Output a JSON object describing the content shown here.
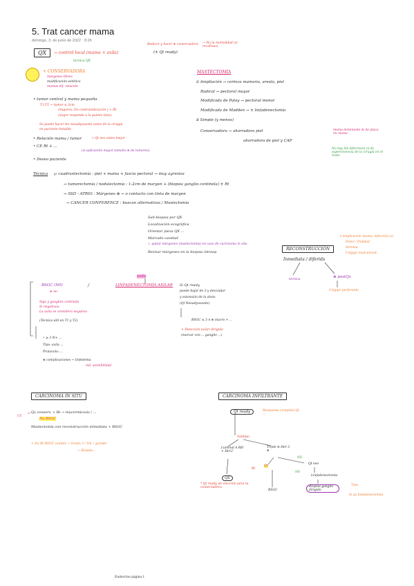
{
  "page": {
    "title": "5. Trat cancer mama",
    "date": "domingo, 3. de junio de 2022",
    "time": "8:26",
    "footer": "Endocrino página 1"
  },
  "top": {
    "qx_label": "QX",
    "qx_note": "→ control local (mama + axila)",
    "reduce_note": "Reducir y hacer ⊕ conservadora",
    "qt_ready": "(± Qt ready)",
    "tto_note": "→ No la mortalidad (sí recidivas)",
    "tecnica_note": "técnica QX",
    "conservadora": "+ CONSERVADORA",
    "cons_sub1": "márgenes libres",
    "cons_sub2": "modificación estético",
    "cons_sub3": "mamas dif. relación",
    "indicaciones": "• tumor central y mama pequeña",
    "tis": "T1-T2 → tumor ≤ 3cm",
    "tis2": "(mujeres: No contraindicación ) + Rt",
    "tis3": "(mujer responde a la quimio bien)",
    "pdt": "Se puede hacer tto neoadyuvante antes de la cirugía",
    "pdt2": "en paciente tratable",
    "relacion": "• Relación mama / tumor",
    "ce": "• CE Rt + ...",
    "ce_note": "→ Qt neo antes mejor",
    "ce_note2": "(si aplicación mayor tamaño ⊕ de tumores)",
    "deseo": "• Deseo paciente"
  },
  "mastectomia": {
    "title": "MASTECTOMÍA",
    "items": [
      "① Ampliación → corteza mamaria, areola, piel",
      "Radical → pectoral mayor",
      "Modificada de Patey → pectoral menor",
      "Modificada de Madden → ± linfadenectomía",
      "② Simple (y menos)",
      "Conservadora → ahorradora piel",
      "ahorradora de piel y CAP"
    ],
    "note_green": "No hay SA diferencia ni de supervivencia de la cirugía en el resto",
    "note_pink": "mama dominante & de placa en mama"
  },
  "tecnicas": {
    "label": "Técnica",
    "lines": [
      "→ cuadrantectomía : piel + mama + fascia pectoral → muy agresiva",
      "→ tumorectomía / nodulectomía : 1-2cm de margen + (biopsia ganglio centinela) ± Rt",
      "→ SSD - ATRIO : Márgenes ⊕ → o contacto con tinta de margen",
      "→ CANCER CONFERENCE : buscan alternativas / Mastectomía"
    ],
    "sub": [
      "Sub-biopsia por QX",
      "Localización ecográfica",
      "Orientar pieza QX ...",
      "Marcado cavidad",
      "↓ quitar márgenes (mastectomía) en caso de carcinoma in situ",
      "Revisar márgenes en la biopsia intraop"
    ]
  },
  "reconstruccion": {
    "title": "RECONSTRUCCIÓN",
    "types": "Inmediata / diferida",
    "left_note": "técnica",
    "right_note": "⊕ postQx",
    "note_pink": "Complicación mama: infección (x)",
    "note_pink2": "Dolor / frialdad",
    "note_pink3": "Seroma",
    "note_pink4": "Colgajo musculocut.",
    "bottom": "Colgajo perforante"
  },
  "axila": {
    "label": "axila",
    "bsgc": "BSGC (N0)",
    "bsgc_sub": "⊕ no",
    "lin": "LINFADENECTOMÍA AXILAR",
    "qt_ready": "Si Qt ready ...",
    "qt_notes": [
      "Si Qt ready,",
      "puede bajar de 3 y descoplar",
      "y extensión de la dosis",
      "(Qt Neoadyuvante)"
    ],
    "bsgc_notes": [
      "Sigo y ganglios centinela",
      "Si negativos:",
      "La axila se considera negativa",
      "(Técnica útil en T1 y T2)"
    ],
    "right_lines": [
      "BSGC ≤ 3 n ⊕ macro + ...",
      "+ Disección axilar dirigida",
      "(marcar con ... ganglio ...)"
    ],
    "left_lines": [
      "• ≥ 3 N+ ...",
      "Tipo: axila ...",
      "Protocolo: ...",
      "⊕ complicaciones → linfedema",
      "mil. sensibilidad"
    ]
  },
  "insitu": {
    "title": "CARCINOMA IN SITU",
    "l1": "Qx conserv. + Rt → mucormicosis / ...",
    "l1b": "No BSGC",
    "l2": "Mastectomía con reconstrucción inmediata + BSGC",
    "l3": "+ tto Rt BSGC cuando → Grado 3 / Vol. / grande",
    "l4": "→ Biopsia...",
    "cc": "CC"
  },
  "infiltrante": {
    "title": "CARCINOMA INFILTRANTE",
    "root": "Qt ready",
    "subtipo": "Subtipo",
    "a": "Luminal A RH + Her2-",
    "b": "Triple ⊖ Her 2 ⊕",
    "qx": "QX",
    "qt": "Qt",
    "rt": "Rt",
    "bsgc": "BSGC",
    "qtneo": "Qt neo",
    "lin": "Linfadenectomía",
    "note_red": "* Qt ready, de elección para tu conservadora",
    "note_orange": "Respuesta completa Qt ...",
    "ns": "NS",
    "n0": "N0",
    "lin2": "Biopsia ganglio dirigido",
    "note_bottom": "Tipo",
    "note_bottom2": "Si ya linfadenectomía"
  },
  "colors": {
    "red": "#e23b2e",
    "orange": "#f07a2a",
    "pink": "#d4246e",
    "green": "#2e9a3a",
    "blue": "#2a4fc8",
    "purple": "#9b2fae",
    "highlight_yellow": "#fff25a"
  }
}
